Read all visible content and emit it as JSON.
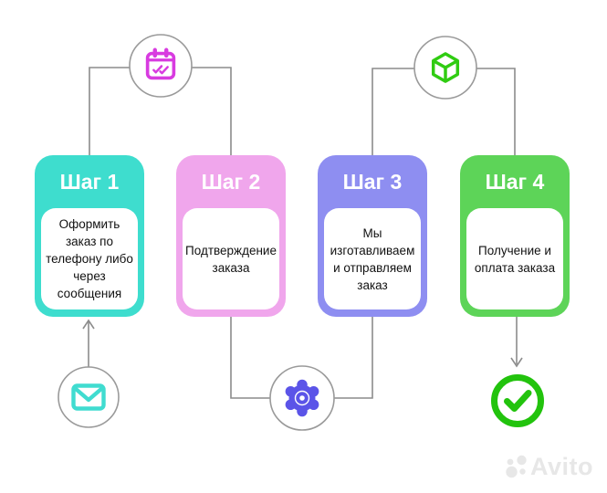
{
  "diagram": {
    "title_implicit": "",
    "steps": [
      {
        "title": "Шаг 1",
        "description": "Оформить заказ по телефону либо через сообщения"
      },
      {
        "title": "Шаг 2",
        "description": "Подтверждение заказа"
      },
      {
        "title": "Шаг 3",
        "description": "Мы изготавливаем и отправляем заказ"
      },
      {
        "title": "Шаг 4",
        "description": "Получение и оплата заказа"
      }
    ],
    "icons": {
      "calendar": "calendar-with-double-check",
      "cube": "package-cube",
      "envelope": "mail-envelope",
      "gear": "settings-gear",
      "check": "check-circle"
    },
    "flow": [
      "envelope-icon -> step1 (arrow up)",
      "step1 -> calendar-icon -> step2",
      "step2 -> gear-icon <- step3",
      "step3 -> cube-icon -> step4",
      "step4 -> check-circle-icon (arrow down)"
    ]
  },
  "colors": {
    "step1": "#3eddce",
    "step2": "#f0a6ec",
    "step3": "#8e8ef1",
    "step4": "#5dd458",
    "icon-calendar": "#d83be0",
    "icon-cube": "#30cc12",
    "icon-envelope": "#40dcd0",
    "icon-gear": "#5b54e8",
    "icon-check": "#22c30d",
    "line": "#8c8c8c",
    "circle-stroke": "#9a9a9a",
    "text": "#111111",
    "watermark": "#e7e7e7"
  },
  "watermark": {
    "text": "Avito"
  }
}
